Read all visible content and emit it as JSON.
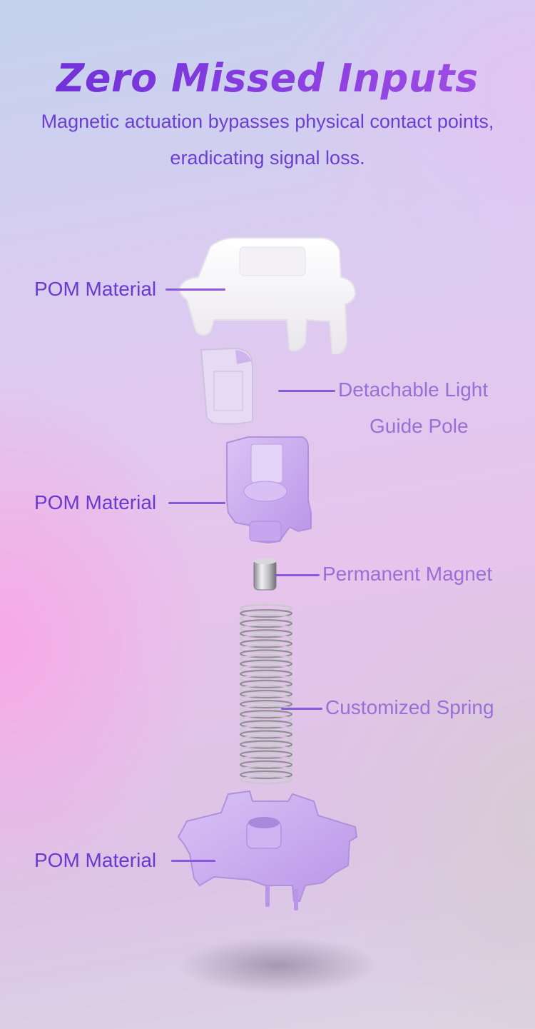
{
  "header": {
    "title": "Zero Missed Inputs",
    "subtitle_line1": "Magnetic actuation bypasses physical contact points,",
    "subtitle_line2": "eradicating signal loss."
  },
  "callouts": {
    "keycap_stem": "POM Material",
    "light_guide_line1": "Detachable Light",
    "light_guide_line2": "Guide Pole",
    "top_housing": "POM Material",
    "magnet": "Permanent Magnet",
    "spring": "Customized Spring",
    "bottom_housing": "POM Material"
  },
  "colors": {
    "title_gradient_start": "#6a2fd6",
    "title_gradient_end": "#a44fe4",
    "housing_purple": "#c9a9ef",
    "stem_white": "#f6f4f7"
  }
}
